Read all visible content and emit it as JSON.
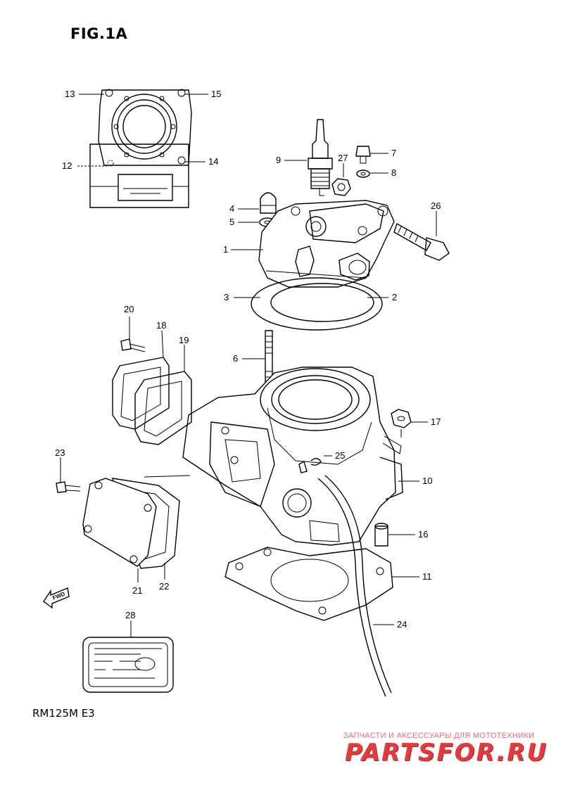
{
  "figure": {
    "title": "FIG.1A",
    "model_code": "RM125M E3"
  },
  "callouts": [
    {
      "id": "1",
      "label": "1"
    },
    {
      "id": "2",
      "label": "2"
    },
    {
      "id": "3",
      "label": "3"
    },
    {
      "id": "4",
      "label": "4"
    },
    {
      "id": "5",
      "label": "5"
    },
    {
      "id": "6",
      "label": "6"
    },
    {
      "id": "7",
      "label": "7"
    },
    {
      "id": "8",
      "label": "8"
    },
    {
      "id": "9",
      "label": "9"
    },
    {
      "id": "10",
      "label": "10"
    },
    {
      "id": "11",
      "label": "11"
    },
    {
      "id": "12",
      "label": "12"
    },
    {
      "id": "13",
      "label": "13"
    },
    {
      "id": "14",
      "label": "14"
    },
    {
      "id": "15",
      "label": "15"
    },
    {
      "id": "16",
      "label": "16"
    },
    {
      "id": "17",
      "label": "17"
    },
    {
      "id": "18",
      "label": "18"
    },
    {
      "id": "19",
      "label": "19"
    },
    {
      "id": "20",
      "label": "20"
    },
    {
      "id": "21",
      "label": "21"
    },
    {
      "id": "22",
      "label": "22"
    },
    {
      "id": "23",
      "label": "23"
    },
    {
      "id": "24",
      "label": "24"
    },
    {
      "id": "25",
      "label": "25"
    },
    {
      "id": "26",
      "label": "26"
    },
    {
      "id": "27",
      "label": "27"
    },
    {
      "id": "28",
      "label": "28"
    }
  ],
  "direction_marker": {
    "label": "FWD"
  },
  "watermark": {
    "tagline": "ЗАПЧАСТИ И АКСЕССУАРЫ ДЛЯ МОТОТЕХНИКИ",
    "logo": "PARTSFOR.RU"
  }
}
